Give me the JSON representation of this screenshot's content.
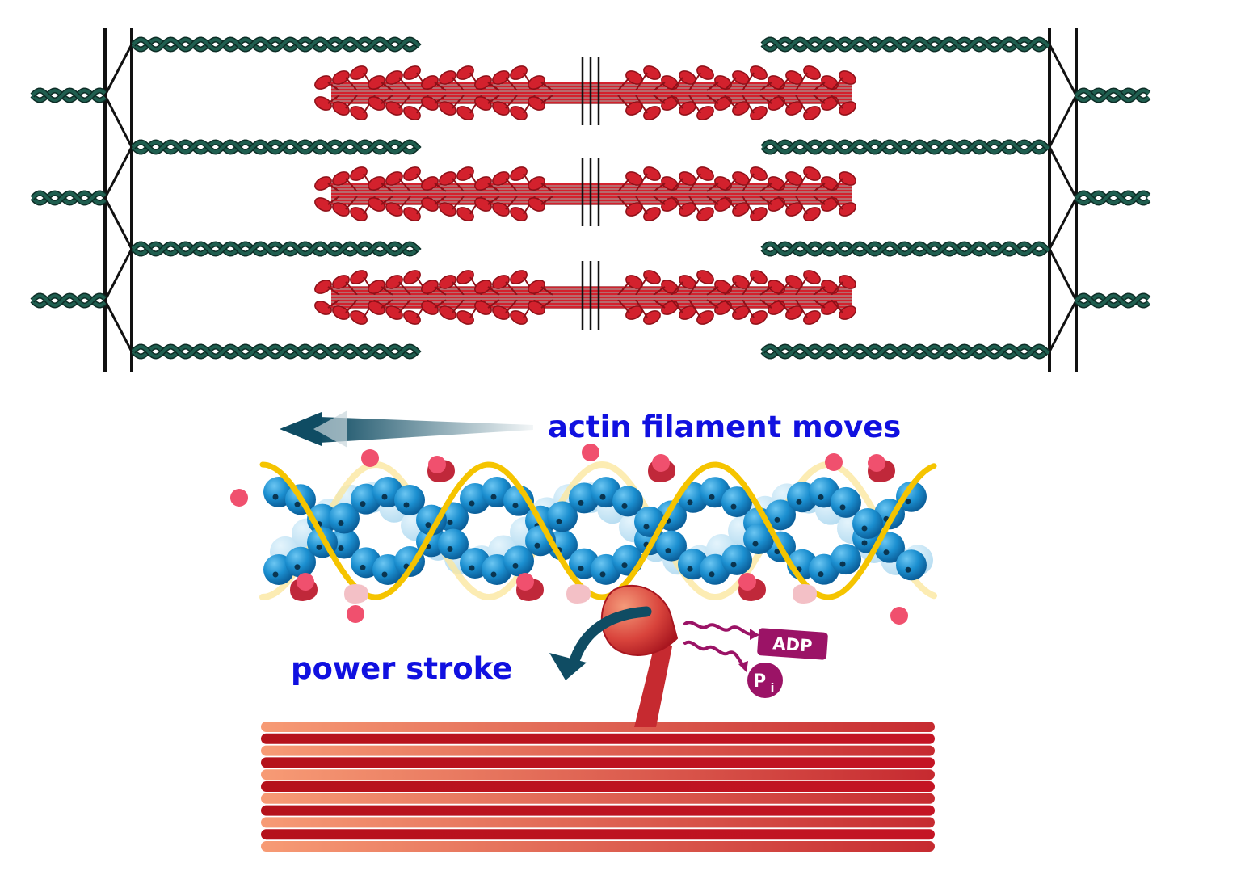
{
  "labels": {
    "actin_moves": "actin filament moves",
    "power_stroke": "power stroke",
    "adp": "ADP",
    "pi_main": "P",
    "pi_sub": "i"
  },
  "colors": {
    "actin_strand": "#1f5e4f",
    "myosin": "#d3212d",
    "myosin_dark": "#8e1018",
    "zline": "#111111",
    "label_blue": "#1010e0",
    "actin_bead": "#1b8fd0",
    "actin_bead_dark": "#0b5f9a",
    "tropomyosin": "#f5c400",
    "troponin": "#c0283a",
    "calcium": "#f0506e",
    "arrow": "#0f4c63",
    "phosphate": "#9b1366",
    "thick_light": "#f79b75",
    "thick_dark": "#b5121b"
  },
  "icons": {
    "arrow_left": "arrow-left-icon",
    "curved_arrow": "curved-arrow-icon",
    "wavy_arrow": "wavy-arrow-icon"
  }
}
